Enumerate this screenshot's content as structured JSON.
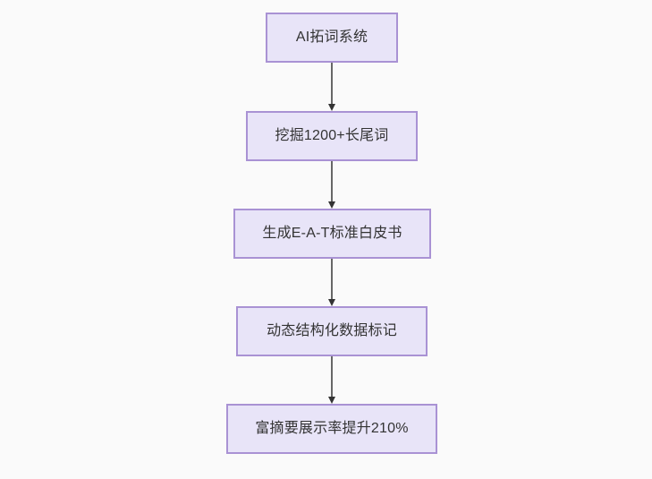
{
  "diagram": {
    "type": "flowchart",
    "direction": "top-to-bottom",
    "background_color": "#fafafa",
    "node_fill_color": "#e8e4f8",
    "node_border_color": "#a992d4",
    "node_text_color": "#333333",
    "connector_color": "#666666",
    "arrowhead_color": "#333333",
    "nodes": [
      {
        "id": "n1",
        "label": "AI拓词系统"
      },
      {
        "id": "n2",
        "label": "挖掘1200+长尾词"
      },
      {
        "id": "n3",
        "label": "生成E-A-T标准白皮书"
      },
      {
        "id": "n4",
        "label": "动态结构化数据标记"
      },
      {
        "id": "n5",
        "label": "富摘要展示率提升210%"
      }
    ],
    "edges": [
      {
        "from": "n1",
        "to": "n2",
        "label": ""
      },
      {
        "from": "n2",
        "to": "n3",
        "label": ""
      },
      {
        "from": "n3",
        "to": "n4",
        "label": ""
      },
      {
        "from": "n4",
        "to": "n5",
        "label": ""
      }
    ]
  }
}
